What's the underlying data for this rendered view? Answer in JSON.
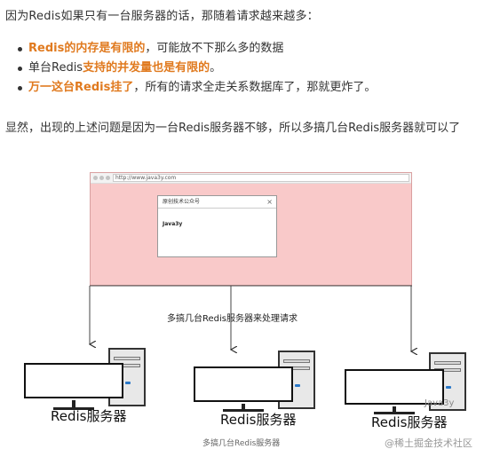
{
  "intro": "因为Redis如果只有一台服务器的话，那随着请求越来越多：",
  "list": [
    {
      "hl": "Redis的内存是有限的",
      "rest": "，可能放不下那么多的数据",
      "pre": ""
    },
    {
      "pre": "单台Redis",
      "hl": "支持的并发量也是有限的",
      "rest": "。"
    },
    {
      "hl": "万一这台Redis挂了",
      "rest": "，所有的请求全走关系数据库了，那就更炸了。",
      "pre": ""
    }
  ],
  "conclusion": "显然，出现的上述问题是因为一台Redis服务器不够，所以多搞几台Redis服务器就可以了",
  "diagram": {
    "url": "http://www.java3y.com",
    "dialog_title": "原创技术公众号",
    "dialog_close": "×",
    "dialog_body": "Java3y",
    "caption": "多搞几台Redis服务器来处理请求",
    "servers": [
      "Redis服务器",
      "Redis服务器",
      "Redis服务器"
    ],
    "bottom_caption": "多搞几台Redis服务器",
    "watermark": "Java3y",
    "watermark_site": "@稀土掘金技术社区"
  },
  "colors": {
    "highlight": "#e07a1f",
    "browser_bg": "#f9c9c9",
    "led": "#2a78c8"
  }
}
